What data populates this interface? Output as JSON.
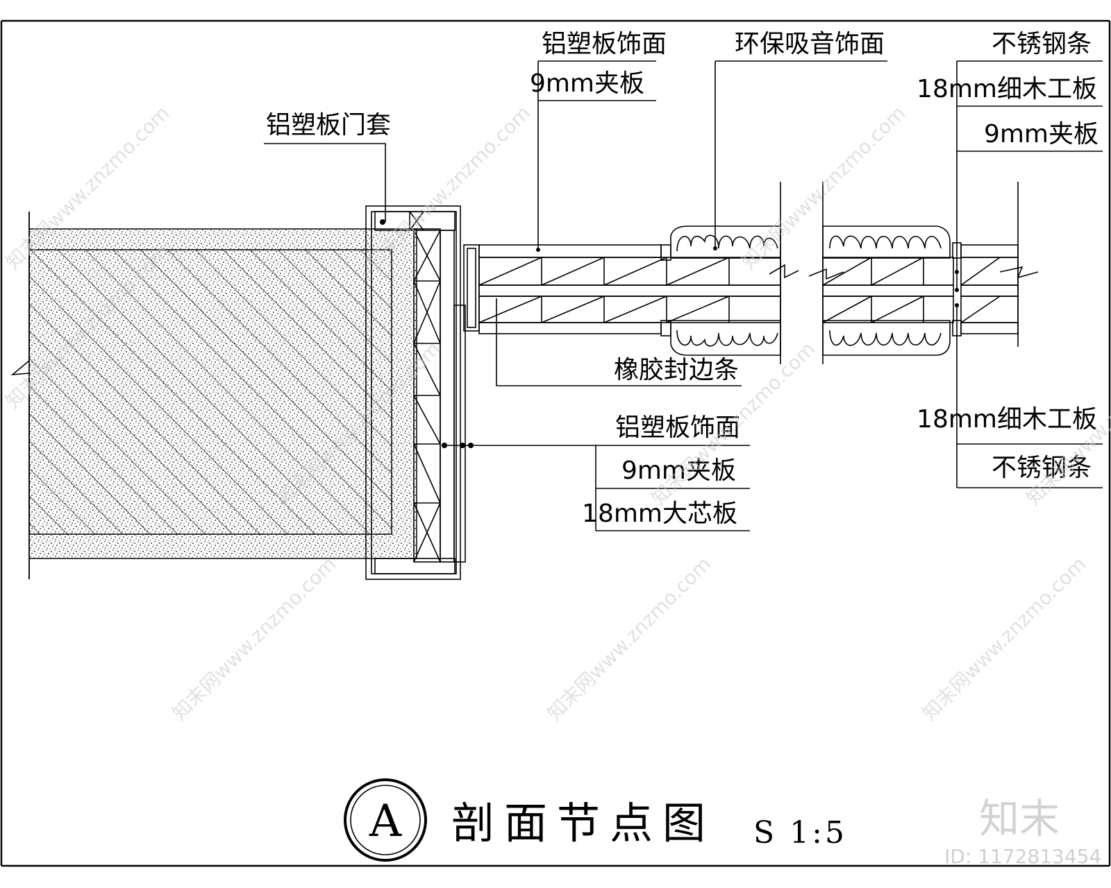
{
  "labels": {
    "door_casing": "铝塑板门套",
    "top_face_1": "铝塑板饰面",
    "top_ply_1": "9mm夹板",
    "acoustic_face": "环保吸音饰面",
    "steel_strip_top": "不锈钢条",
    "blockboard_top": "18mm细木工板",
    "ply_top_right": "9mm夹板",
    "rubber_edge": "橡胶封边条",
    "face_2": "铝塑板饰面",
    "ply_2": "9mm夹板",
    "core_board": "18mm大芯板",
    "blockboard_bottom": "18mm细木工板",
    "steel_strip_bottom": "不锈钢条"
  },
  "title": {
    "symbol": "A",
    "name": "剖面节点图",
    "scale": "S 1:5"
  },
  "watermark": {
    "text": "知末网www.znzmo.com",
    "logo": "知末",
    "id": "ID: 1172813454"
  }
}
